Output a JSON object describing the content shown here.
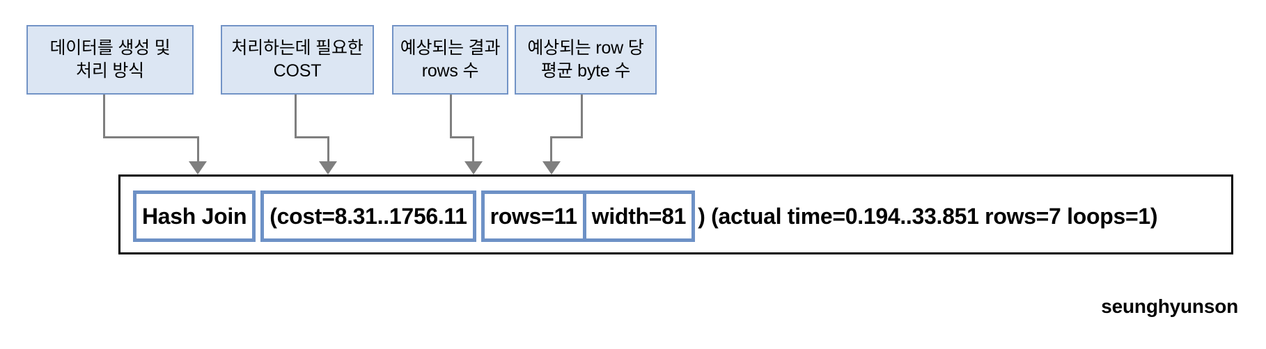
{
  "diagram": {
    "title_watermark": "seunghyunson",
    "colors": {
      "callout_fill": "#dce6f3",
      "callout_border": "#7293c6",
      "highlight_border": "#6d91c6",
      "connector": "#7f7f7f",
      "plan_border": "#000000",
      "text": "#000000"
    },
    "callouts": [
      {
        "id": "callout-method",
        "line1": "데이터를 생성 및",
        "line2": "처리 방식",
        "text": "데이터를 생성 및\n처리 방식"
      },
      {
        "id": "callout-cost",
        "line1": "처리하는데 필요한",
        "line2": "COST",
        "text": "처리하는데 필요한\nCOST"
      },
      {
        "id": "callout-rows",
        "line1": "예상되는 결과",
        "line2": "rows 수",
        "text": "예상되는 결과\nrows 수"
      },
      {
        "id": "callout-width",
        "line1": "예상되는 row 당",
        "line2": "평균 byte 수",
        "text": "예상되는 row 당\n평균 byte 수"
      }
    ],
    "plan": {
      "full_text": "Hash Join (cost=8.31..1756.11 rows=11 width=81) (actual time=0.194..33.851 rows=7 loops=1)",
      "tokens": {
        "node_type": "Hash Join",
        "cost": "(cost=8.31..1756.11",
        "rows": "rows=11",
        "width": "width=81",
        "tail": ") (actual time=0.194..33.851 rows=7 loops=1)"
      },
      "values": {
        "startup_cost": "8.31",
        "total_cost": "1756.11",
        "estimated_rows": "11",
        "estimated_width": "81",
        "actual_start_time": "0.194",
        "actual_total_time": "33.851",
        "actual_rows": "7",
        "loops": "1"
      }
    }
  }
}
